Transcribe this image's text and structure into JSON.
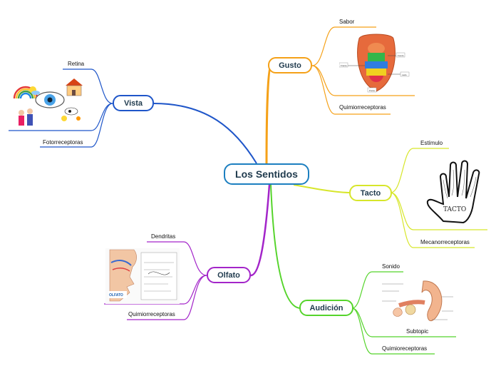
{
  "central": {
    "label": "Los Sentidos"
  },
  "branches": {
    "gusto": {
      "label": "Gusto",
      "color": "#f5a118",
      "sub": [
        "Sabor",
        "Quimiorreceptoras"
      ],
      "img": {
        "front_label": "Frente",
        "back_label": "Fondo",
        "side_label": "Lado",
        "tip_label": "Punta"
      }
    },
    "tacto": {
      "label": "Tacto",
      "color": "#d7e62b",
      "sub": [
        "Estímulo",
        "",
        "Mecanorreceptoras"
      ],
      "img": {
        "title": "TACTO"
      }
    },
    "audicion": {
      "label": "Audición",
      "color": "#55d42b",
      "sub": [
        "Sonido",
        "Subtopic",
        "Quimioreceptoras"
      ]
    },
    "olfato": {
      "label": "Olfato",
      "color": "#a325c9",
      "sub": [
        "Dendritas",
        "",
        "Quimiorreceptoras"
      ],
      "img": {
        "caption": "OLFATO"
      }
    },
    "vista": {
      "label": "Vista",
      "color": "#1f56c9",
      "sub": [
        "Retina",
        "",
        "Fotorreceptoras"
      ]
    }
  }
}
